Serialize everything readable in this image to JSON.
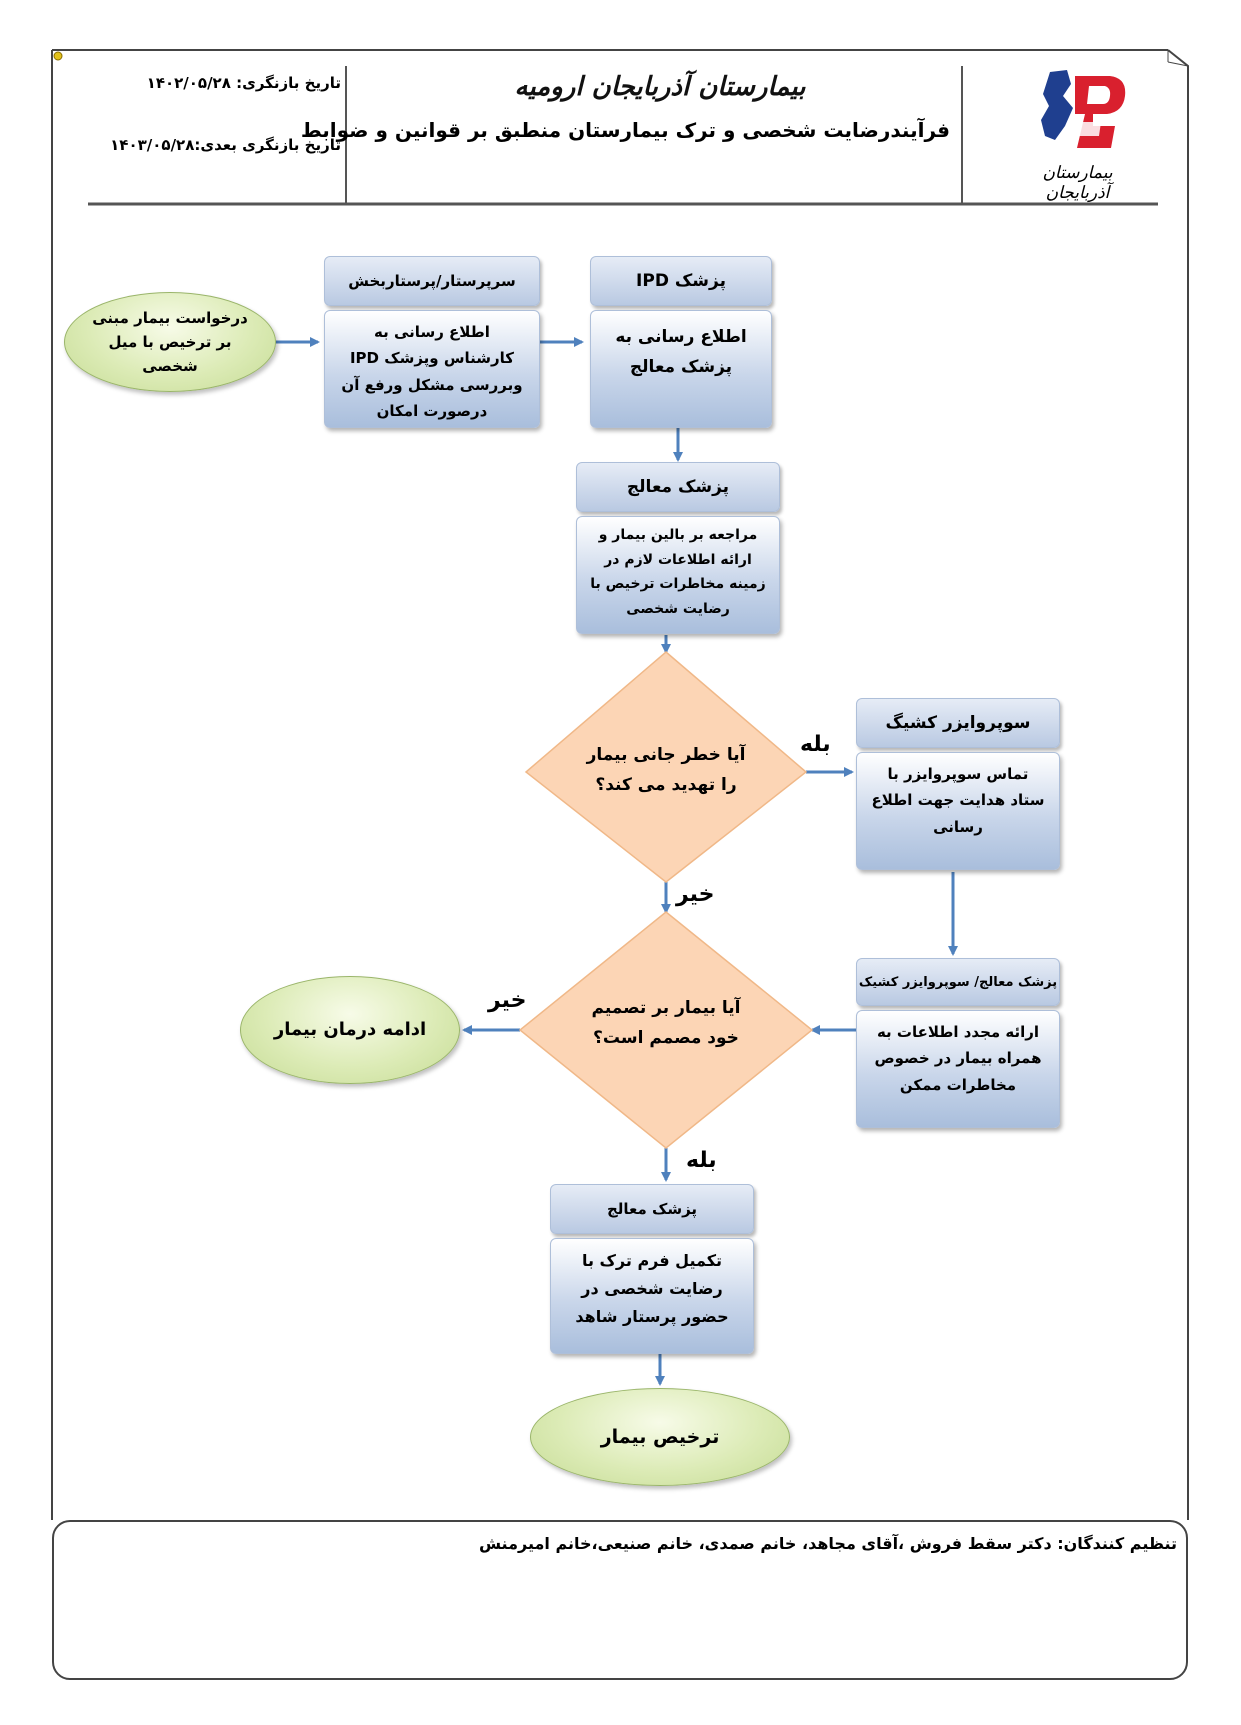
{
  "header": {
    "hospital_name": "بیمارستان آذربایجان ارومیه",
    "process_title": "فرآیندرضایت شخصی و ترک بیمارستان منطبق بر قوانین و ضوابط",
    "review_date": "تاریخ بازنگری:  ۱۴۰۲/۰۵/۲۸",
    "next_review_date": "تاریخ بازنگری بعدی:۱۴۰۳/۰۵/۲۸",
    "logo_caption": "بیمارستان آذربایجان"
  },
  "flow": {
    "start_oval": "درخواست بیمار مبنی بر ترخیص با میل شخصی",
    "supervisor": {
      "role": "سرپرستار/پرستاربخش",
      "action": "اطلاع رسانی به کارشناس وپزشک IPD وبررسی مشکل ورفع آن درصورت امکان"
    },
    "ipd": {
      "role": "پزشک IPD",
      "action": "اطلاع رسانی به پزشک معالج"
    },
    "attending": {
      "role": "پزشک معالج",
      "action": "مراجعه بر بالین بیمار و ارائه اطلاعات لازم در زمینه مخاطرات ترخیص با رضایت شخصی"
    },
    "decision1": "آیا خطر جانی بیمار را تهدید می کند؟",
    "yes_label": "بله",
    "no_label": "خیر",
    "oncall_supervisor": {
      "role": "سوپروایزر کشیگ",
      "action": "تماس سوپروایزر با ستاد هدایت جهت اطلاع رسانی"
    },
    "attending_supervisor": {
      "role": "پزشک معالج/ سوپروایزر کشیک",
      "action": "ارائه مجدد اطلاعات به همراه بیمار در خصوص مخاطرات ممکن"
    },
    "decision2": "آیا بیمار بر تصمیم خود مصمم است؟",
    "continue_oval": "ادامه درمان بیمار",
    "final": {
      "role": "پزشک معالج",
      "action": "تکمیل فرم ترک با رضایت شخصی در حضور پرستار شاهد"
    },
    "discharge_oval": "ترخیص بیمار"
  },
  "footer": {
    "preparers": "تنظیم کنندگان: دکتر سقط فروش ،آقای مجاهد، خانم صمدی، خانم صنیعی،خانم امیرمنش"
  },
  "colors": {
    "role_box": "#b9c9e2",
    "decision_fill": "#fcd5b5",
    "oval_fill": "#dcebb6",
    "arrow": "#4f81bd",
    "logo_red": "#d9202e",
    "logo_blue": "#1f3f8f"
  }
}
